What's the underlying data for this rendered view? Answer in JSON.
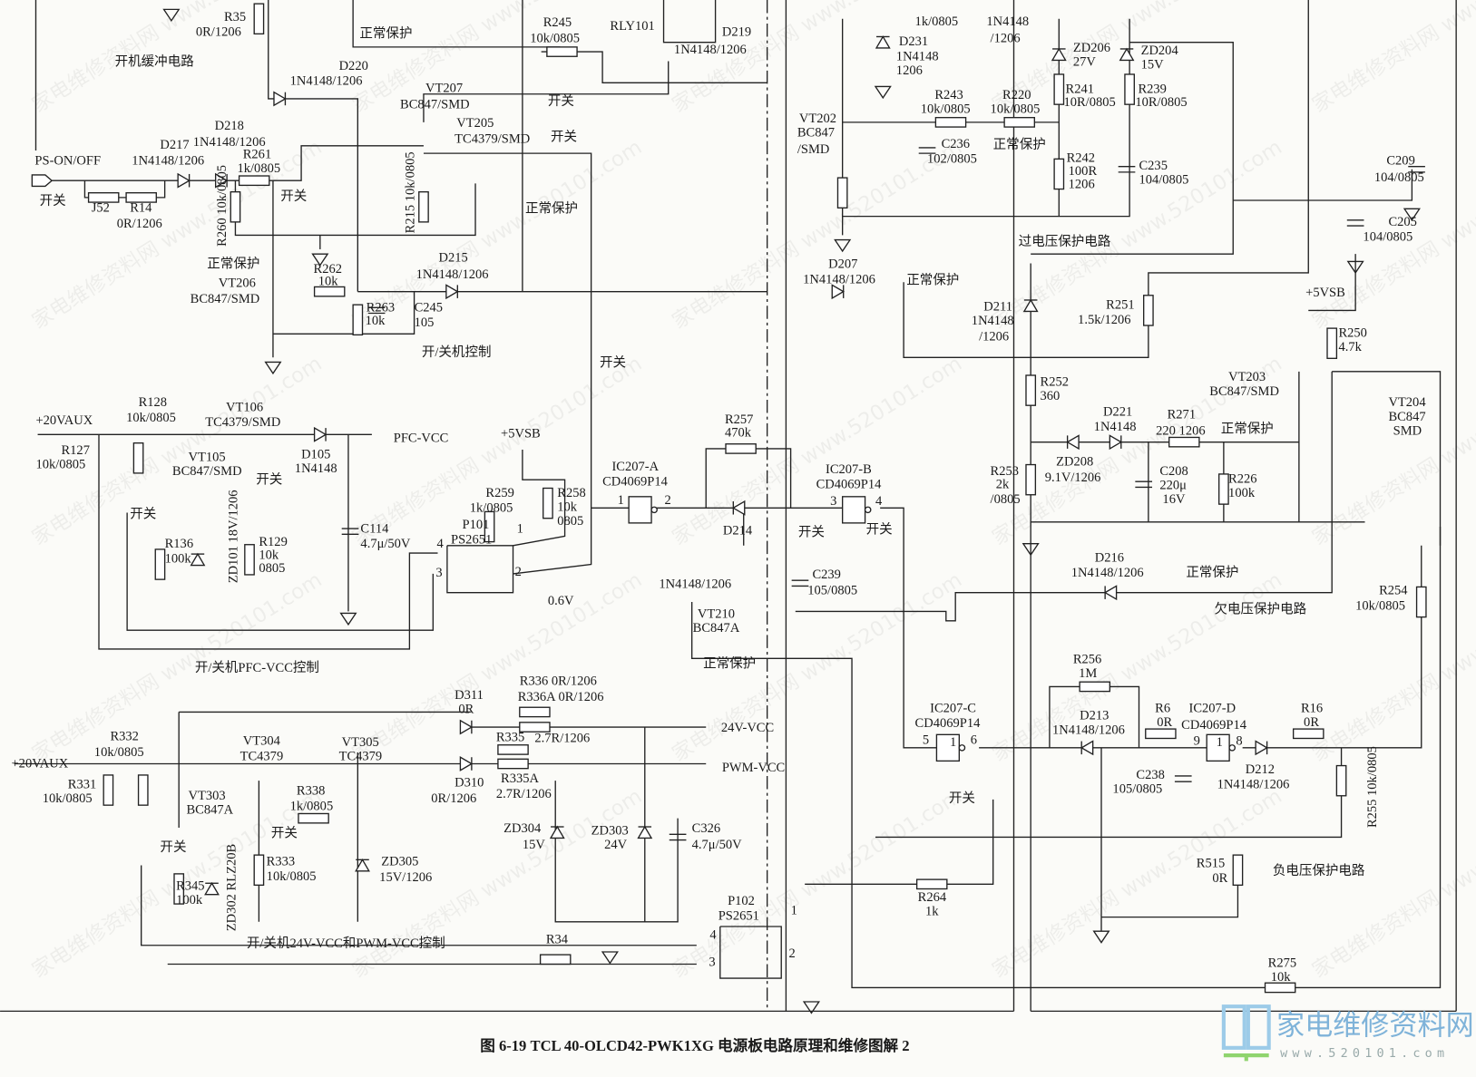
{
  "caption": "图 6-19   TCL 40-OLCD42-PWK1XG 电源板电路原理和维修图解 2",
  "logo": {
    "text": "家电维修资料网",
    "url_text": "www.520101.com",
    "colors": {
      "book": "#9ccbe8",
      "accent": "#8fd46e",
      "digits": "#e07b7b"
    }
  },
  "watermark": "家电维修资料网 www.520101.com",
  "colors": {
    "ink": "#1a1a1a",
    "paper": "#fbfbf8"
  },
  "labels": [
    "R35",
    "0R/1206",
    "开机缓冲电路",
    "正常保护",
    "R245",
    "10k/0805",
    "RLY101",
    "D219",
    "1N4148/1206",
    "D220",
    "1N4148/1206",
    "VT207",
    "BC847/SMD",
    "开关",
    "VT205",
    "TC4379/SMD",
    "开关",
    "D218",
    "1N4148/1206",
    "D217",
    "R261",
    "1N4148/1206",
    "1k/0805",
    "PS-ON/OFF",
    "开关",
    "J52",
    "R14",
    "0R/1206",
    "R260 10k/0805",
    "开关",
    "R215 10k/0805",
    "正常保护",
    "正常保护",
    "R262",
    "10k",
    "VT206",
    "BC847/SMD",
    "D215",
    "1N4148/1206",
    "R263",
    "10k",
    "C245",
    "105",
    "开/关机控制",
    "开关",
    "R128",
    "10k/0805",
    "VT106",
    "TC4379/SMD",
    "+20VAUX",
    "R127",
    "10k/0805",
    "VT105",
    "BC847/SMD",
    "D105",
    "1N4148",
    "PFC-VCC",
    "开关",
    "开关",
    "+5VSB",
    "R259",
    "1k/0805",
    "R258",
    "10k",
    "0805",
    "P101",
    "PS2651",
    "1",
    "4",
    "3",
    "2",
    "0.6V",
    "C114",
    "4.7μ/50V",
    "R136",
    "100k",
    "ZD101 18V/1206",
    "R129",
    "10k",
    "0805",
    "开/关机PFC-VCC控制",
    "R257",
    "470k",
    "IC207-A",
    "CD4069P14",
    "1",
    "2",
    "IC207-B",
    "CD4069P14",
    "3",
    "4",
    "D214",
    "开关",
    "开关",
    "C239",
    "105/0805",
    "1N4148/1206",
    "VT210",
    "BC847A",
    "正常保护",
    "R252",
    "360",
    "D221",
    "1N4148",
    "R271",
    "220  1206",
    "正常保护",
    "VT203",
    "BC847/SMD",
    "VT204",
    "BC847",
    "SMD",
    "ZD208",
    "9.1V/1206",
    "C208",
    "220μ",
    "16V",
    "R226",
    "100k",
    "R253",
    "2k",
    "/0805",
    "D216",
    "1N4148/1206",
    "正常保护",
    "欠电压保护电路",
    "R254",
    "10k/0805",
    "+5VSB",
    "R250",
    "4.7k",
    "R251",
    "1.5k/1206",
    "D211",
    "1N4148",
    "/1206",
    "1k/0805",
    "1N4148",
    "/1206",
    "D231",
    "1N4148",
    "1206",
    "ZD206",
    "27V",
    "ZD204",
    "15V",
    "R241",
    "10R/0805",
    "R239",
    "10R/0805",
    "VT202",
    "BC847",
    "/SMD",
    "R243",
    "10k/0805",
    "R220",
    "10k/0805",
    "C236",
    "102/0805",
    "正常保护",
    "R242",
    "100R",
    "1206",
    "C235",
    "104/0805",
    "过电压保护电路",
    "C209",
    "104/0805",
    "C205",
    "104/0805",
    "D207",
    "1N4148/1206",
    "正常保护",
    "D311",
    "0R",
    "R336  0R/1206",
    "R336A  0R/1206",
    "R335",
    "2.7R/1206",
    "24V-VCC",
    "R332",
    "10k/0805",
    "VT304",
    "TC4379",
    "VT305",
    "TC4379",
    "+20VAUX",
    "PWM-VCC",
    "D310",
    "0R/1206",
    "R335A",
    "2.7R/1206",
    "R331",
    "10k/0805",
    "VT303",
    "BC847A",
    "R338",
    "1k/0805",
    "开关",
    "开关",
    "ZD304",
    "15V",
    "ZD303",
    "24V",
    "C326",
    "4.7μ/50V",
    "R333",
    "10k/0805",
    "ZD305",
    "15V/1206",
    "R345",
    "100k",
    "ZD302 RLZ20B",
    "开/关机24V-VCC和PWM-VCC控制",
    "R34",
    "P102",
    "PS2651",
    "1",
    "4",
    "3",
    "2",
    "R256",
    "1M",
    "IC207-C",
    "CD4069P14",
    "5",
    "1",
    "6",
    "D213",
    "1N4148/1206",
    "R6",
    "0R",
    "IC207-D",
    "CD4069P14",
    "9",
    "1",
    "8",
    "R16",
    "0R",
    "D212",
    "1N4148/1206",
    "C238",
    "105/0805",
    "R255 10k/0805",
    "开关",
    "R515",
    "0R",
    "负电压保护电路",
    "R264",
    "1k",
    "R275",
    "10k"
  ]
}
